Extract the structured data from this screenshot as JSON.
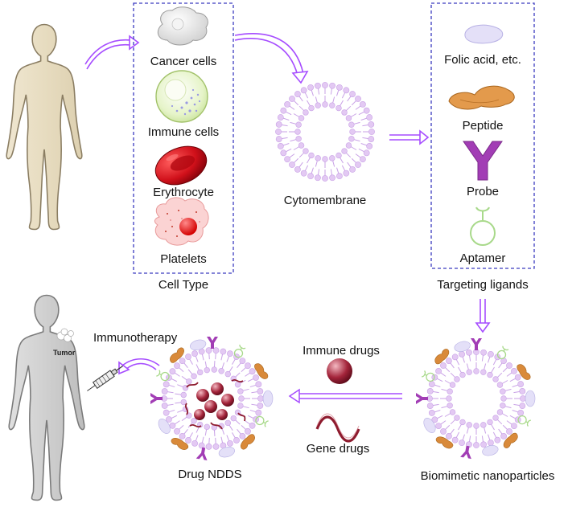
{
  "cell_types": {
    "items": [
      "Cancer cells",
      "Immune cells",
      "Erythrocyte",
      "Platelets"
    ],
    "caption": "Cell Type"
  },
  "cytomembrane": "Cytomembrane",
  "ligands": {
    "items": [
      "Folic acid, etc.",
      "Peptide",
      "Probe",
      "Aptamer"
    ],
    "caption": "Targeting ligands"
  },
  "biomimetic": "Biomimetic nanoparticles",
  "drugs": {
    "immune": "Immune drugs",
    "gene": "Gene drugs"
  },
  "ndds": "Drug NDDS",
  "therapy": {
    "label": "Immunotherapy",
    "tumor": "Tumor"
  },
  "colors": {
    "arrow": "#a64dff",
    "dash_box": "#3b3bbf",
    "membrane": "#e3c9f3",
    "membrane_stroke": "#c9a2e6",
    "probe": "#a23db5",
    "peptide": "#d98a3a",
    "aptamer": "#a8d98a",
    "folic": "#dcd8f4",
    "drug": "#8e1b2e"
  },
  "icons": [
    "human-body-icon",
    "cancer-cell-icon",
    "immune-cell-icon",
    "erythrocyte-icon",
    "platelet-icon",
    "folic-acid-icon",
    "peptide-icon",
    "probe-icon",
    "aptamer-icon",
    "syringe-icon"
  ]
}
